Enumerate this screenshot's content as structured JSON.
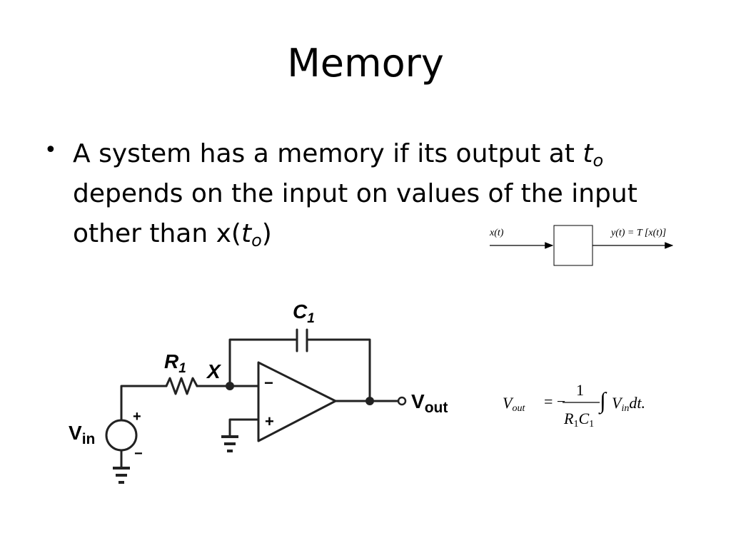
{
  "slide": {
    "title": "Memory",
    "bullet": {
      "part1": "A system has a memory if its output at ",
      "t": "t",
      "o": "o",
      "part2": " depends on the input on values of the input other than x(",
      "part3": ")"
    }
  },
  "block_diagram": {
    "input_label": "x(t)",
    "output_label": "y(t) = T [x(t)]"
  },
  "circuit": {
    "capacitor_label": "C",
    "capacitor_sub": "1",
    "resistor_label": "R",
    "resistor_sub": "1",
    "node_label": "X",
    "source_label": "V",
    "source_sub": "in",
    "output_label": "V",
    "output_sub": "out",
    "minus_sign": "−",
    "plus_sign": "+"
  },
  "equation": {
    "lhs": "V",
    "lhs_sub": "out",
    "equals": "= −",
    "numerator": "1",
    "den_r": "R",
    "den_r_sub": "1",
    "den_c": "C",
    "den_c_sub": "1",
    "integral": "∫",
    "v": "V",
    "v_sub": "in",
    "dt": "dt."
  }
}
